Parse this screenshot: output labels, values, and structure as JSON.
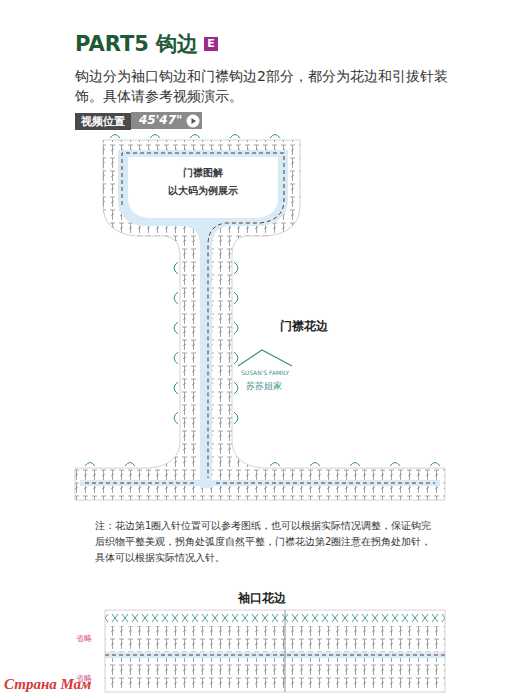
{
  "diagram": {
    "title": "PART5 钩边",
    "labels": [
      "E",
      "钩边分为袖口钩边和门襟钩边2部分，都分为花边和引拔针装饰。具体请参考视频演示。",
      "视频位置",
      "45'47\"",
      "门襟图解",
      "以大码为例展示",
      "门襟花边",
      "SUSAN'S FAMILY",
      "苏苏姐家",
      "注：花边第1圈入针位置可以参考图纸，也可以根据实际情况调整，保证钩完后织物平整美观，拐角处弧度自然平整，门襟花边第2圈注意在拐角处加针，具体可以根据实际情况入针。",
      "袖口花边",
      "省略",
      "省略",
      "Страна Мам"
    ]
  }
}
